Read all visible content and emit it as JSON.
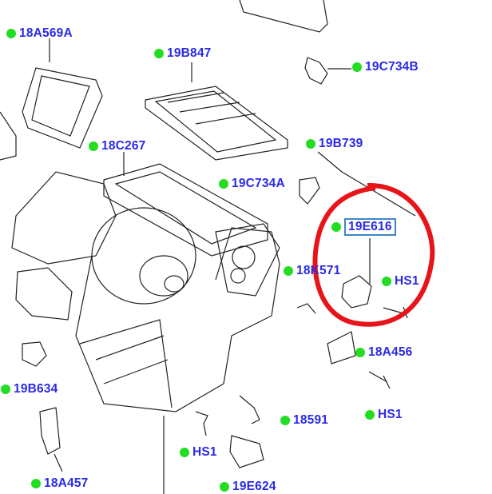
{
  "diagram": {
    "highlight_color": "#e8141a",
    "label_color": "#2a2ae6",
    "marker_color": "#22dd22",
    "highlighted_part": "19E616",
    "callouts": [
      {
        "id": "c1",
        "label": "18A569A"
      },
      {
        "id": "c2",
        "label": "19B847"
      },
      {
        "id": "c3",
        "label": "19C734B"
      },
      {
        "id": "c4",
        "label": "18C267"
      },
      {
        "id": "c5",
        "label": "19B739"
      },
      {
        "id": "c6",
        "label": "19C734A"
      },
      {
        "id": "c7",
        "label": "19E616"
      },
      {
        "id": "c8",
        "label": "18K571"
      },
      {
        "id": "c9",
        "label": "HS1"
      },
      {
        "id": "c10",
        "label": "18A456"
      },
      {
        "id": "c11",
        "label": "19B634"
      },
      {
        "id": "c12",
        "label": "18591"
      },
      {
        "id": "c13",
        "label": "HS1"
      },
      {
        "id": "c14",
        "label": "HS1"
      },
      {
        "id": "c15",
        "label": "18A457"
      },
      {
        "id": "c16",
        "label": "19E624"
      }
    ]
  }
}
